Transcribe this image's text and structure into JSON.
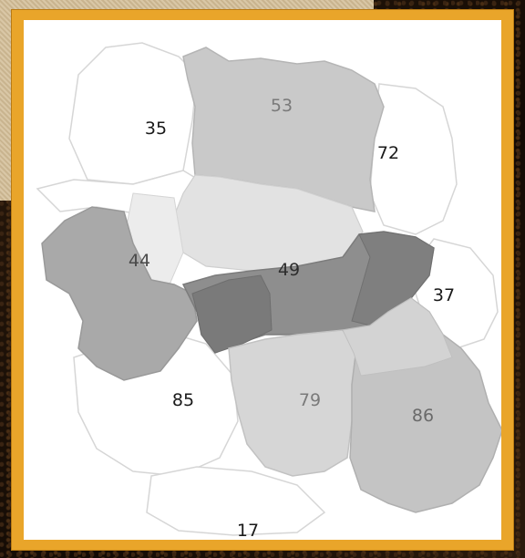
{
  "map": {
    "regions": [
      {
        "id": "r53",
        "label": "53",
        "fill": "#c9c9c9",
        "text_color": "#7a7a7a"
      },
      {
        "id": "r72",
        "label": "72",
        "fill": "#ffffff",
        "text_color": "#1a1a1a"
      },
      {
        "id": "r35",
        "label": "35",
        "fill": "#ffffff",
        "text_color": "#1a1a1a"
      },
      {
        "id": "r44",
        "label": "44",
        "fill": "#a9a9a9",
        "text_color": "#4a4a4a"
      },
      {
        "id": "r49",
        "label": "49",
        "fill": "#8e8e8e",
        "text_color": "#2e2e2e"
      },
      {
        "id": "r37",
        "label": "37",
        "fill": "#ffffff",
        "text_color": "#1a1a1a"
      },
      {
        "id": "r85",
        "label": "85",
        "fill": "#ffffff",
        "text_color": "#1a1a1a"
      },
      {
        "id": "r79",
        "label": "79",
        "fill": "#d6d6d6",
        "text_color": "#7a7a7a"
      },
      {
        "id": "r86",
        "label": "86",
        "fill": "#c4c4c4",
        "text_color": "#6a6a6a"
      },
      {
        "id": "r17",
        "label": "17",
        "fill": "#ffffff",
        "text_color": "#1a1a1a"
      }
    ],
    "colors": {
      "frame": "#e9a52a",
      "border": "#d0d0d0",
      "dark_subregion": "#7a7a7a"
    }
  }
}
